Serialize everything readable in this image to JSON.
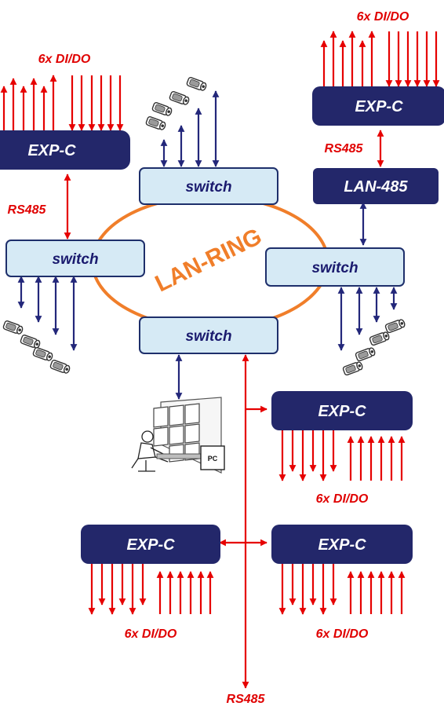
{
  "labels": {
    "exp": "EXP-C",
    "switch": "switch",
    "lan485": "LAN-485",
    "rs485": "RS485",
    "dido": "6x DI/DO",
    "ring": "LAN-RING",
    "pc": "PC"
  },
  "colors": {
    "navy": "#23276a",
    "switch_fill": "#d6eaf5",
    "switch_border": "#1e2f6b",
    "red": "#e60000",
    "blue_arrow": "#23277a",
    "ring": "#f07e2a"
  },
  "icons": [
    "camera-icon",
    "video-wall-icon",
    "operator-icon"
  ]
}
